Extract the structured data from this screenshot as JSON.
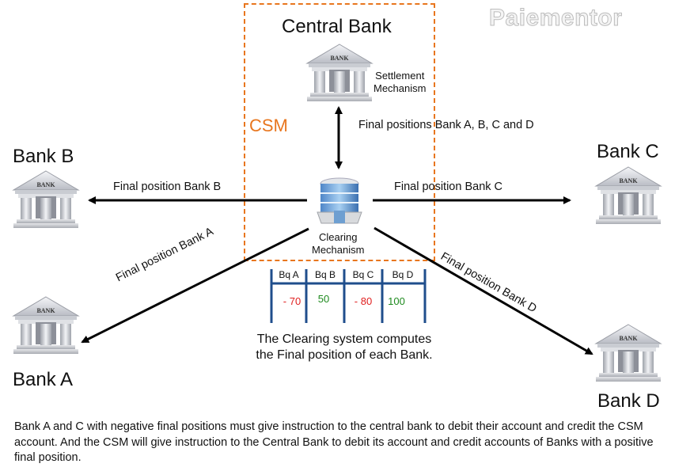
{
  "watermark": "Paiementor",
  "csm": {
    "label": "CSM",
    "border_color": "#e8761e"
  },
  "central_bank": {
    "title": "Central Bank",
    "mechanism_line1": "Settlement",
    "mechanism_line2": "Mechanism",
    "icon_text": "BANK"
  },
  "clearing": {
    "mechanism_line1": "Clearing",
    "mechanism_line2": "Mechanism"
  },
  "banks": {
    "a": {
      "name": "Bank A",
      "icon_text": "BANK"
    },
    "b": {
      "name": "Bank B",
      "icon_text": "BANK"
    },
    "c": {
      "name": "Bank C",
      "icon_text": "BANK"
    },
    "d": {
      "name": "Bank D",
      "icon_text": "BANK"
    }
  },
  "arrows": {
    "central": "Final positions Bank A, B, C and D",
    "to_a": "Final position Bank A",
    "to_b": "Final position Bank B",
    "to_c": "Final position Bank C",
    "to_d": "Final position Bank D"
  },
  "positions_table": {
    "headers": [
      "Bq A",
      "Bq B",
      "Bq C",
      "Bq D"
    ],
    "values": [
      "- 70",
      "50",
      "- 80",
      "100"
    ],
    "negative_color": "#e02020",
    "positive_color": "#1e8a1e",
    "line_color": "#1f4e8c"
  },
  "caption": {
    "line1": "The Clearing system computes",
    "line2": "the Final position of each Bank."
  },
  "footer": "Bank A and C with negative final positions must give instruction to the central bank to debit their account and credit the CSM account. And the CSM will give instruction to the Central Bank to debit its account and credit accounts of Banks with a positive final position."
}
